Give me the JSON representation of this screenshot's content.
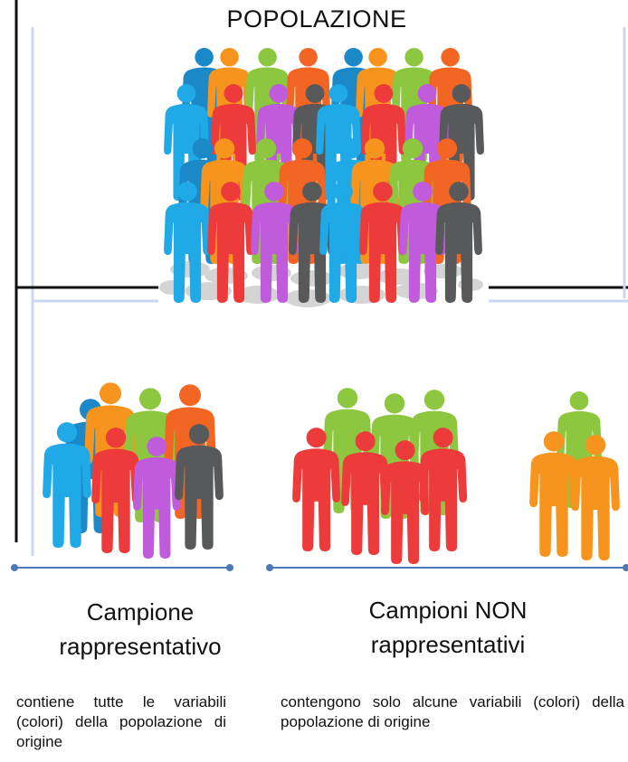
{
  "title": "POPOLAZIONE",
  "representative": {
    "label_line1": "Campione",
    "label_line2": "rappresentativo",
    "description": "contiene tutte le variabili (colori) della popolazione di origine"
  },
  "non_representative": {
    "label_line1": "Campioni NON",
    "label_line2": "rappresentativi",
    "description": "contengono solo alcune variabili (colori) della popolazione di origine"
  },
  "colors": {
    "blue": "#1fa9e6",
    "dark_blue": "#1b88c7",
    "orange": "#f7941d",
    "dark_orange": "#f26522",
    "green": "#8dc63f",
    "red": "#ed3b3b",
    "purple": "#c05bdc",
    "grey": "#58595b",
    "shadow": "#d4d4d4",
    "line": "#4a7ab8",
    "guide": "#c9d8ee"
  }
}
